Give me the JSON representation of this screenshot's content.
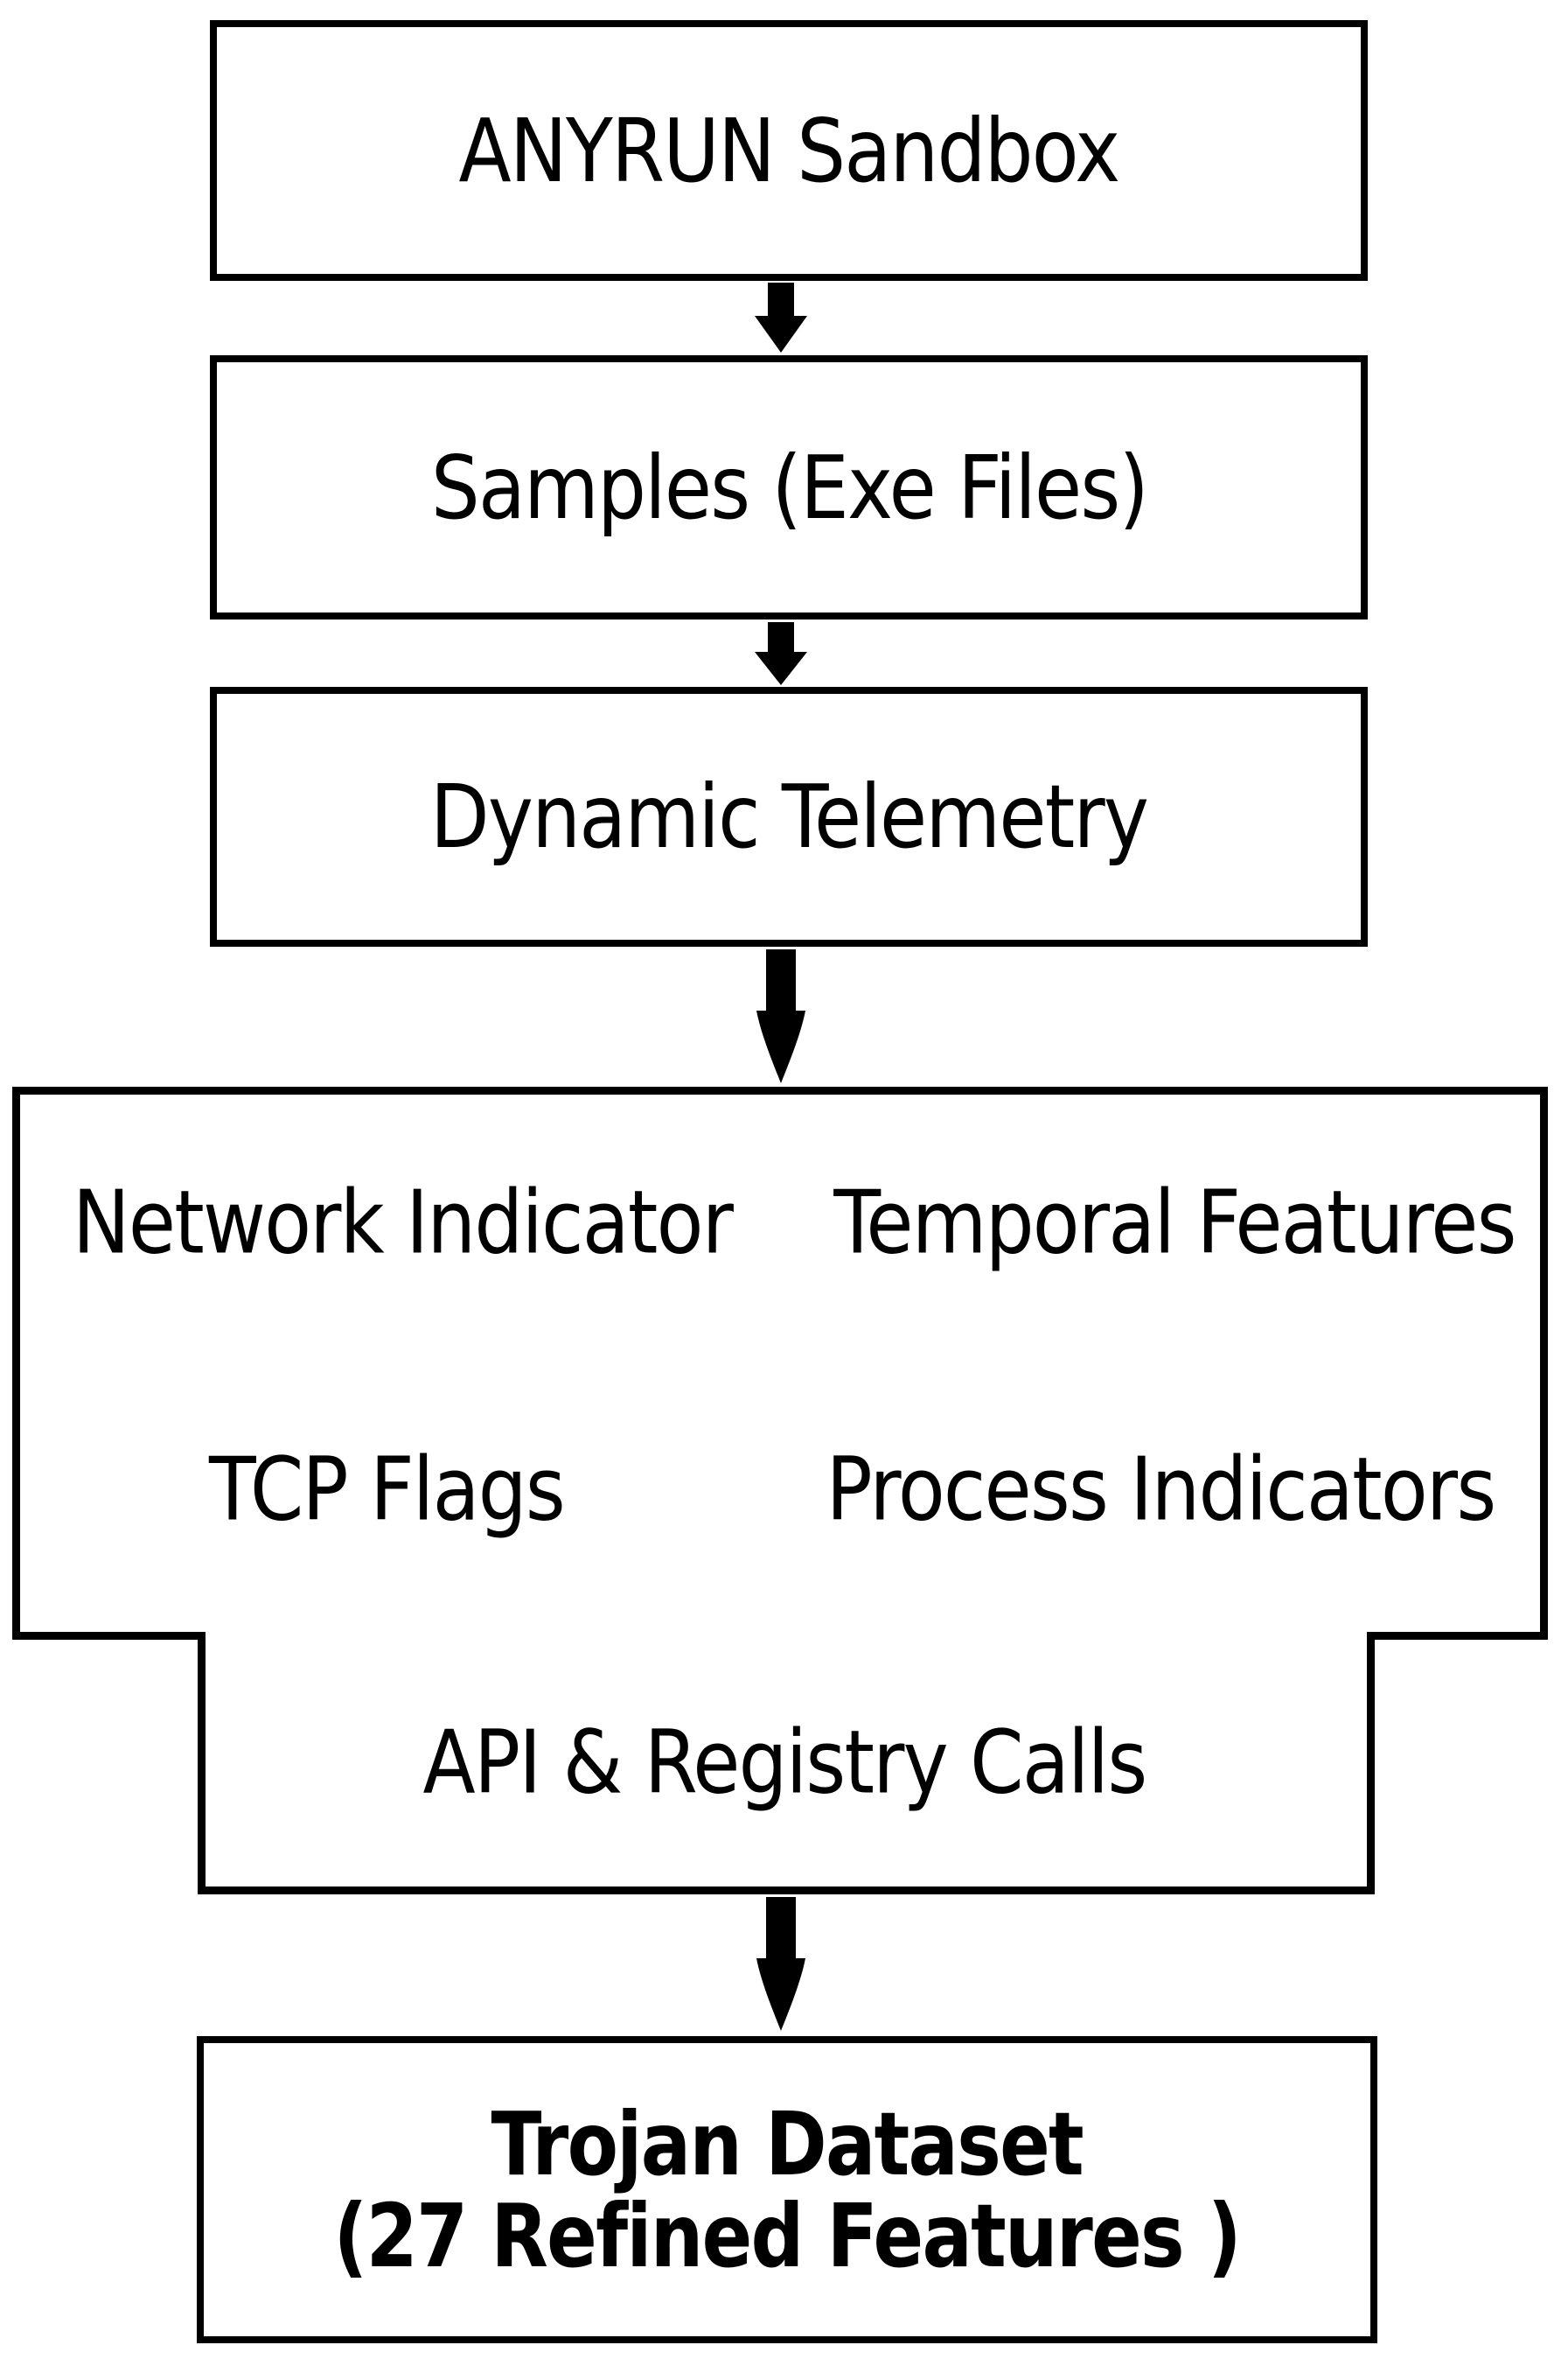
{
  "diagram": {
    "background_color": "#ffffff",
    "line_color": "#000000",
    "flow_direction": "top-to-bottom",
    "nodes": {
      "sandbox": {
        "label": "ANYRUN Sandbox"
      },
      "samples": {
        "label": "Samples (Exe Files)"
      },
      "telemetry": {
        "label": "Dynamic Telemetry"
      },
      "features": {
        "network": "Network Indicator",
        "temporal": "Temporal Features",
        "tcp": "TCP Flags",
        "process": "Process Indicators",
        "api": "API & Registry Calls"
      },
      "dataset": {
        "line1": "Trojan Dataset",
        "line2": "(27 Refined Features )"
      }
    }
  }
}
